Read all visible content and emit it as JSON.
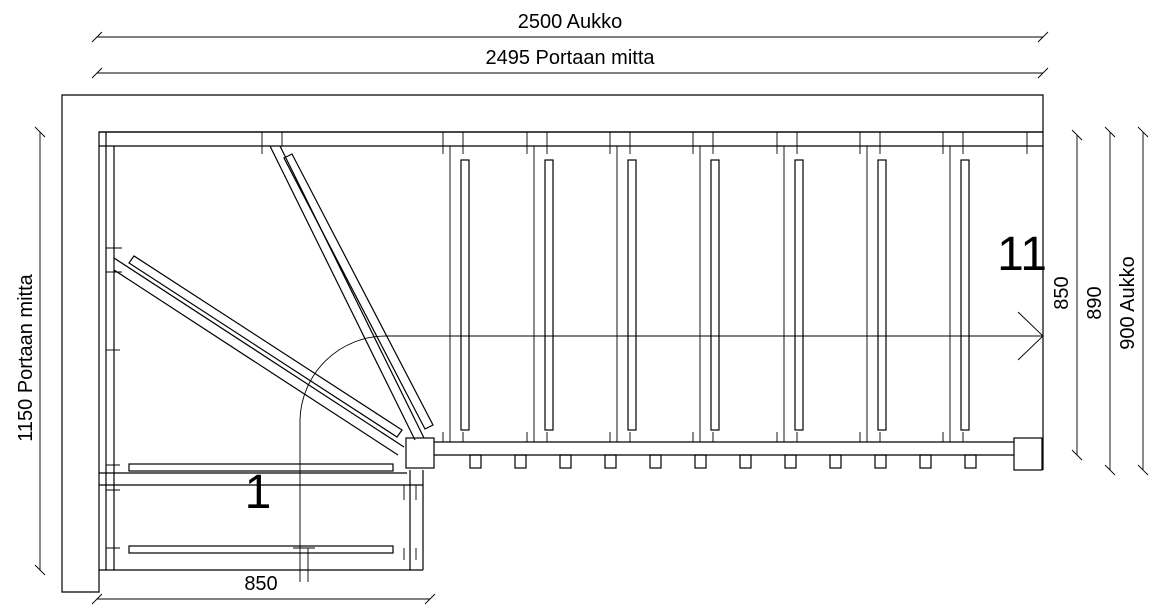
{
  "dimensions": {
    "opening_width": "2500 Aukko",
    "stair_width": "2495 Portaan mitta",
    "stair_depth": "1150 Portaan mitta",
    "bottom_width": "850",
    "right_850": "850",
    "right_890": "890",
    "right_opening": "900 Aukko"
  },
  "steps": {
    "first": "1",
    "last": "11"
  }
}
